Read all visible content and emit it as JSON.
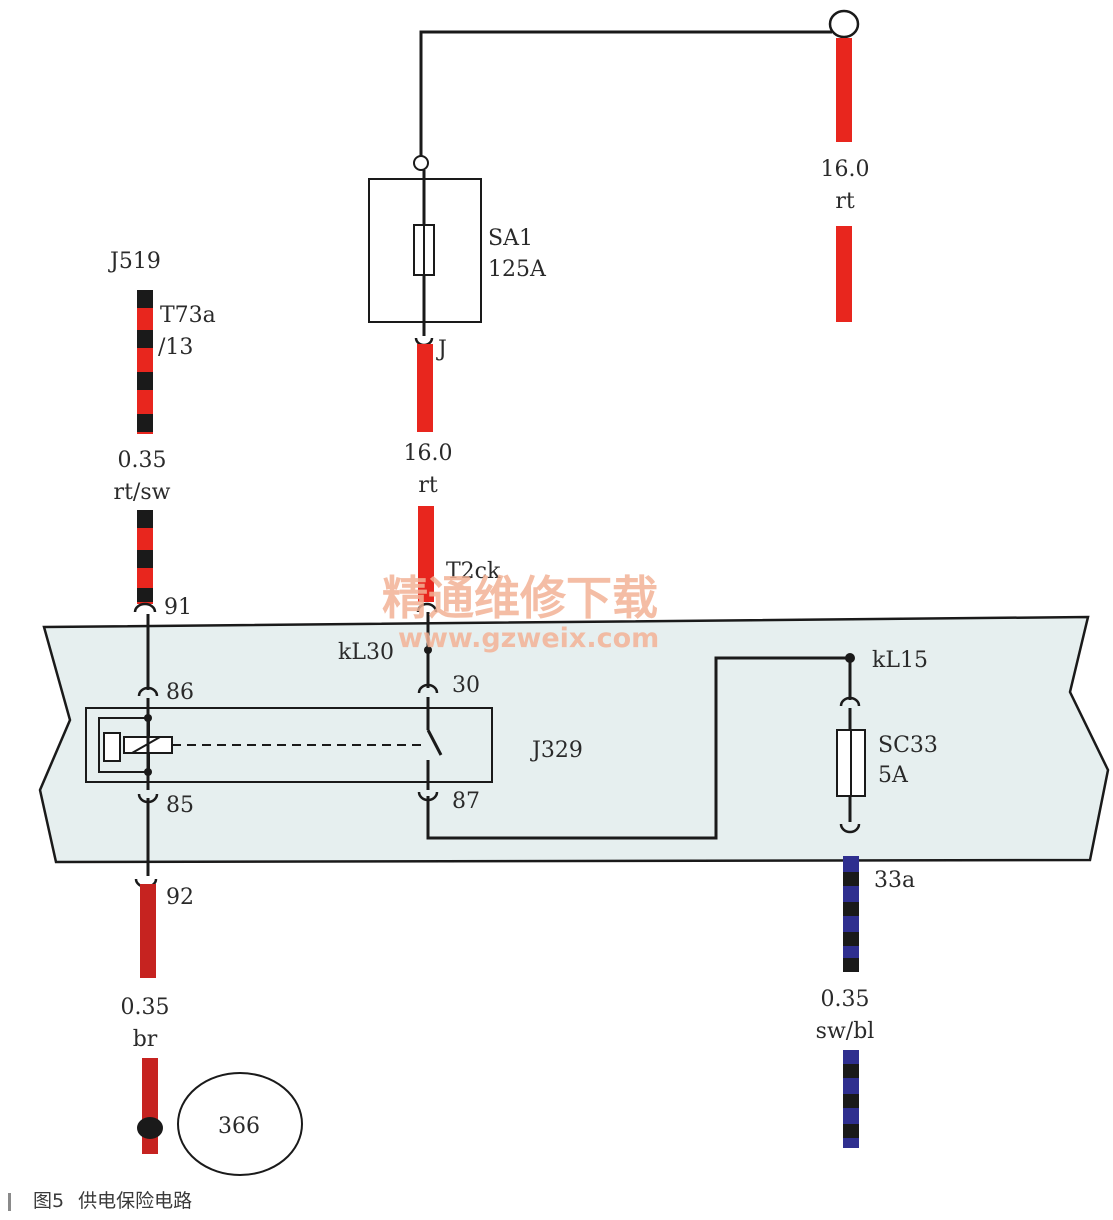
{
  "labels": {
    "j519": "J519",
    "t73a": "T73a",
    "t73a_pin": "/13",
    "left_size_top": "0.35",
    "left_color_top": "rt/sw",
    "pin_91": "91",
    "pin_86": "86",
    "pin_85": "85",
    "pin_92": "92",
    "left_size_bottom": "0.35",
    "left_color_bottom": "br",
    "ground_ref": "366",
    "sa1": "SA1",
    "sa1_rating": "125A",
    "j_conn": "J",
    "mid_size": "16.0",
    "mid_color": "rt",
    "t2ck": "T2ck",
    "kl30": "kL30",
    "pin_30": "30",
    "pin_87": "87",
    "j329": "J329",
    "right_size_top": "16.0",
    "right_color_top": "rt",
    "kl15": "kL15",
    "sc33": "SC33",
    "sc33_rating": "5A",
    "pin_33a": "33a",
    "right_size_bottom": "0.35",
    "right_color_bottom": "sw/bl"
  },
  "watermark": {
    "cn": "精通维修下载",
    "url": "www.gzweix.com"
  },
  "caption": {
    "figure": "图5",
    "title": "供电保险电路"
  },
  "colors": {
    "wire_red": "#e8261e",
    "wire_dark_red": "#c62320",
    "wire_black": "#1a1a1a",
    "wire_blue": "#2f2f8f",
    "panel_fill": "#e6efef",
    "watermark": "#f2b295"
  }
}
